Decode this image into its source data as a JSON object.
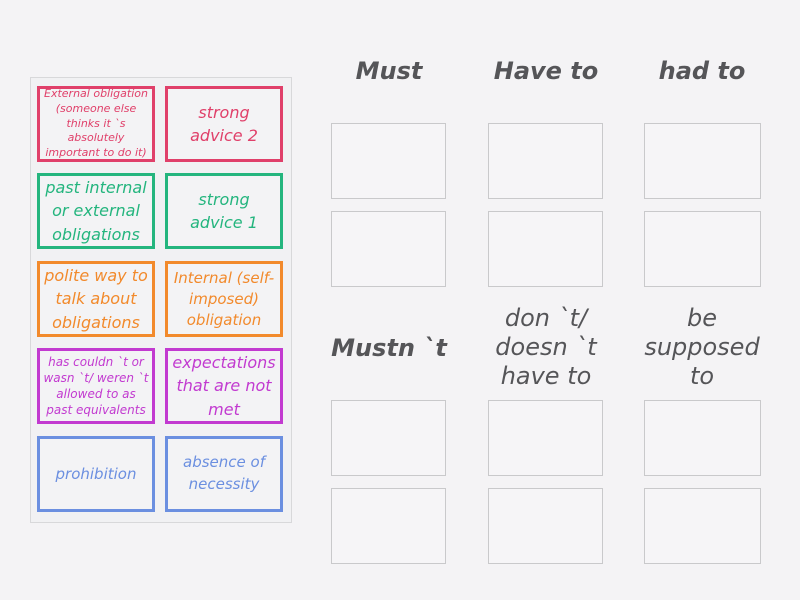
{
  "cards": [
    {
      "text": "External obligation (someone else thinks it `s absolutely important to do it)",
      "color": "#e0406a"
    },
    {
      "text": "strong advice 2",
      "color": "#e0406a"
    },
    {
      "text": "past internal or external obligations",
      "color": "#24b57e"
    },
    {
      "text": "strong advice 1",
      "color": "#24b57e"
    },
    {
      "text": "polite way to talk about obligations",
      "color": "#f28a2c"
    },
    {
      "text": "Internal (self-imposed) obligation",
      "color": "#f28a2c"
    },
    {
      "text": "has couldn `t or wasn `t/ weren `t allowed to as past equivalents",
      "color": "#c23ad0"
    },
    {
      "text": "expectations that are not met",
      "color": "#c23ad0"
    },
    {
      "text": "prohibition",
      "color": "#6b8fe0"
    },
    {
      "text": "absence of necessity",
      "color": "#6b8fe0"
    }
  ],
  "groups": [
    {
      "title": "Must"
    },
    {
      "title": "Have to"
    },
    {
      "title": "had to"
    },
    {
      "title": "Mustn `t"
    },
    {
      "title": "don `t/ doesn `t have to"
    },
    {
      "title": "be supposed to"
    }
  ]
}
